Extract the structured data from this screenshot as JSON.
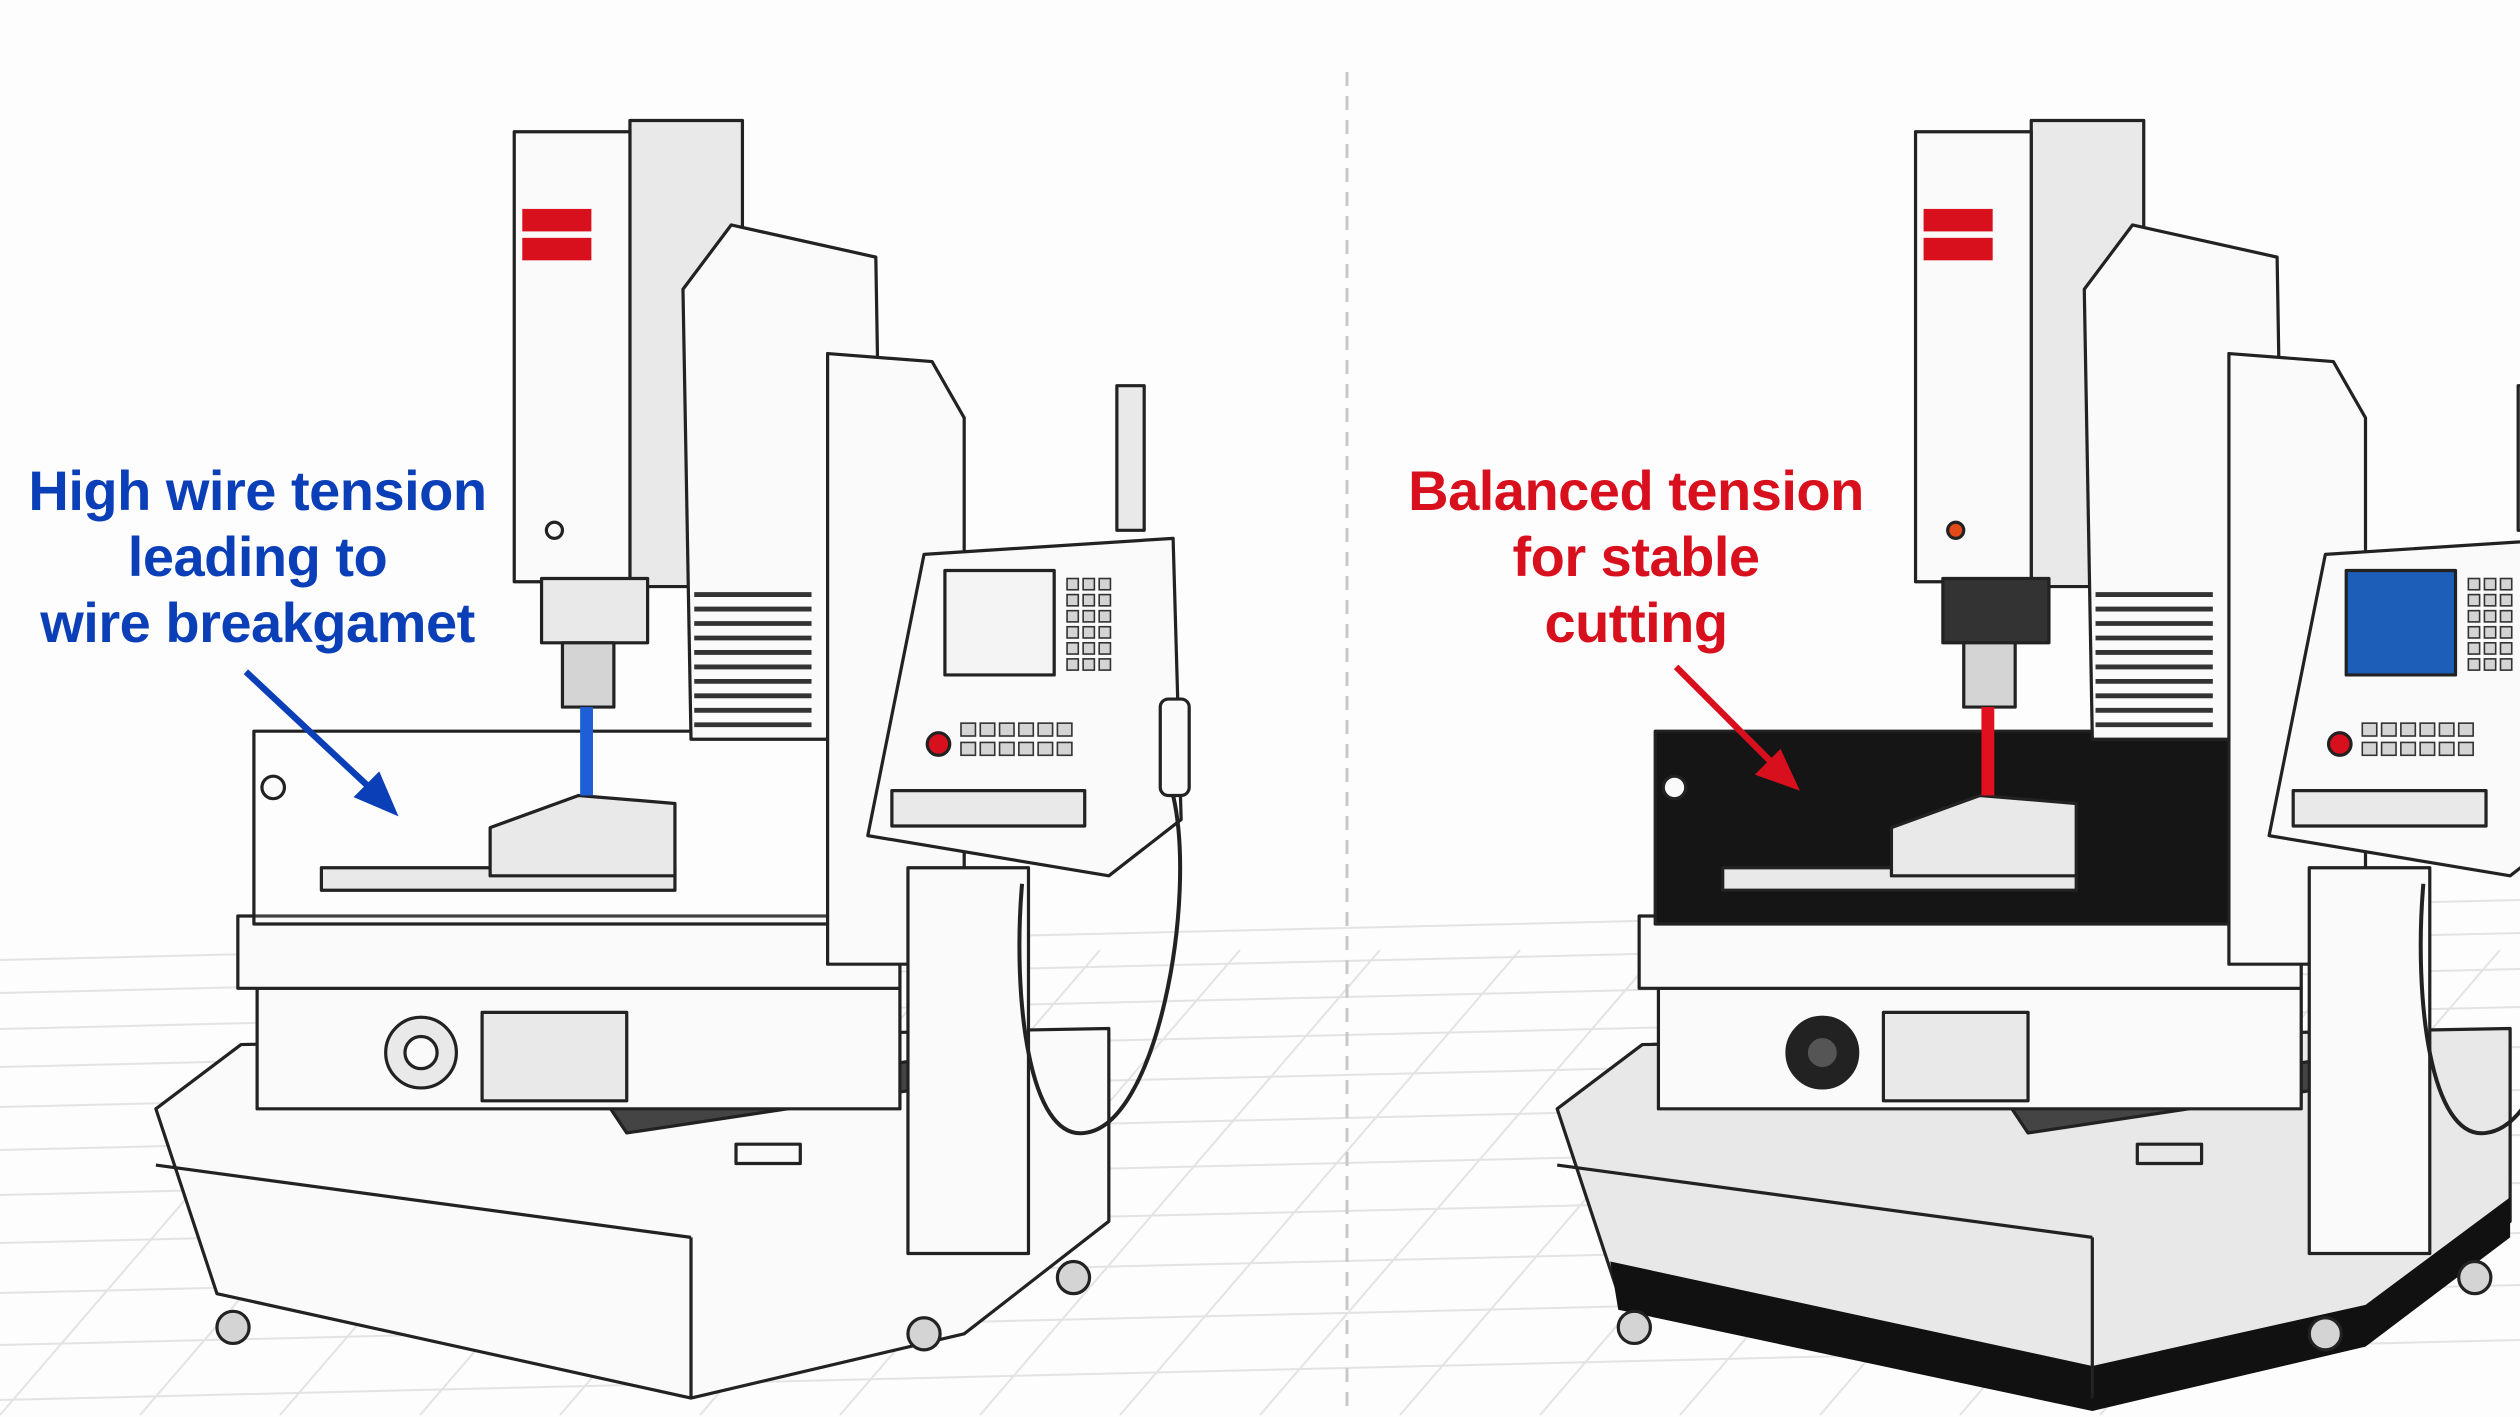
{
  "panels": [
    {
      "variant": "light",
      "caption": [
        "High wire tension",
        "leading to",
        "wire breakgamet"
      ],
      "caption_color": "#0b3fb8",
      "wire_color": "#1f5fd6"
    },
    {
      "variant": "dark",
      "caption": [
        "Balanced tension",
        "for stable",
        "cutting"
      ],
      "caption_color": "#d8101e",
      "wire_color": "#e0101e"
    }
  ],
  "colors": {
    "brand_red": "#d8101e",
    "divider": "#c8c8c8",
    "grid": "#e2e2e2"
  }
}
